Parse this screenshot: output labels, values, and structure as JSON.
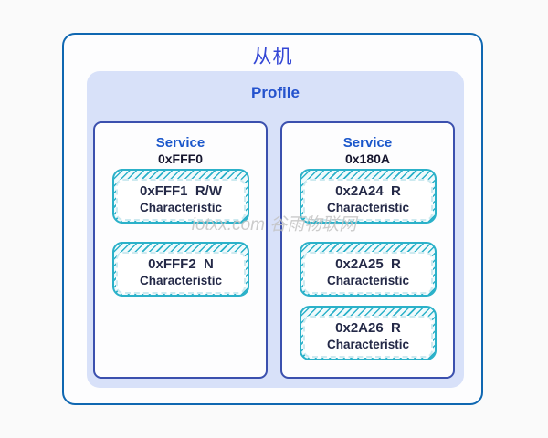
{
  "device": {
    "title": "从机"
  },
  "profile": {
    "title": "Profile"
  },
  "services": [
    {
      "title": "Service",
      "uuid": "0xFFF0",
      "characteristics": [
        {
          "uuid_props": "0xFFF1  R/W",
          "label": "Characteristic"
        },
        {
          "uuid_props": "0xFFF2  N",
          "label": "Characteristic"
        }
      ]
    },
    {
      "title": "Service",
      "uuid": "0x180A",
      "characteristics": [
        {
          "uuid_props": "0x2A24  R",
          "label": "Characteristic"
        },
        {
          "uuid_props": "0x2A25  R",
          "label": "Characteristic"
        },
        {
          "uuid_props": "0x2A26  R",
          "label": "Characteristic"
        }
      ]
    }
  ],
  "watermark": {
    "text": "iotxx.com 谷雨物联网"
  },
  "colors": {
    "page_bg": "#fafafa",
    "box_bg": "#fdfdfe",
    "outer_border": "#0f67b1",
    "device_title": "#3447d5",
    "profile_bg": "#d8e1f9",
    "profile_title": "#2452cd",
    "service_border": "#3b50ae",
    "service_title": "#1b57cb",
    "uuid_text": "#15152e",
    "teal": "#2bb1c9",
    "hatch_bg": "#f0fafc",
    "inner_dash": "#cdeaf0",
    "char_text": "#242947",
    "watermark": "#c3c3c3"
  }
}
